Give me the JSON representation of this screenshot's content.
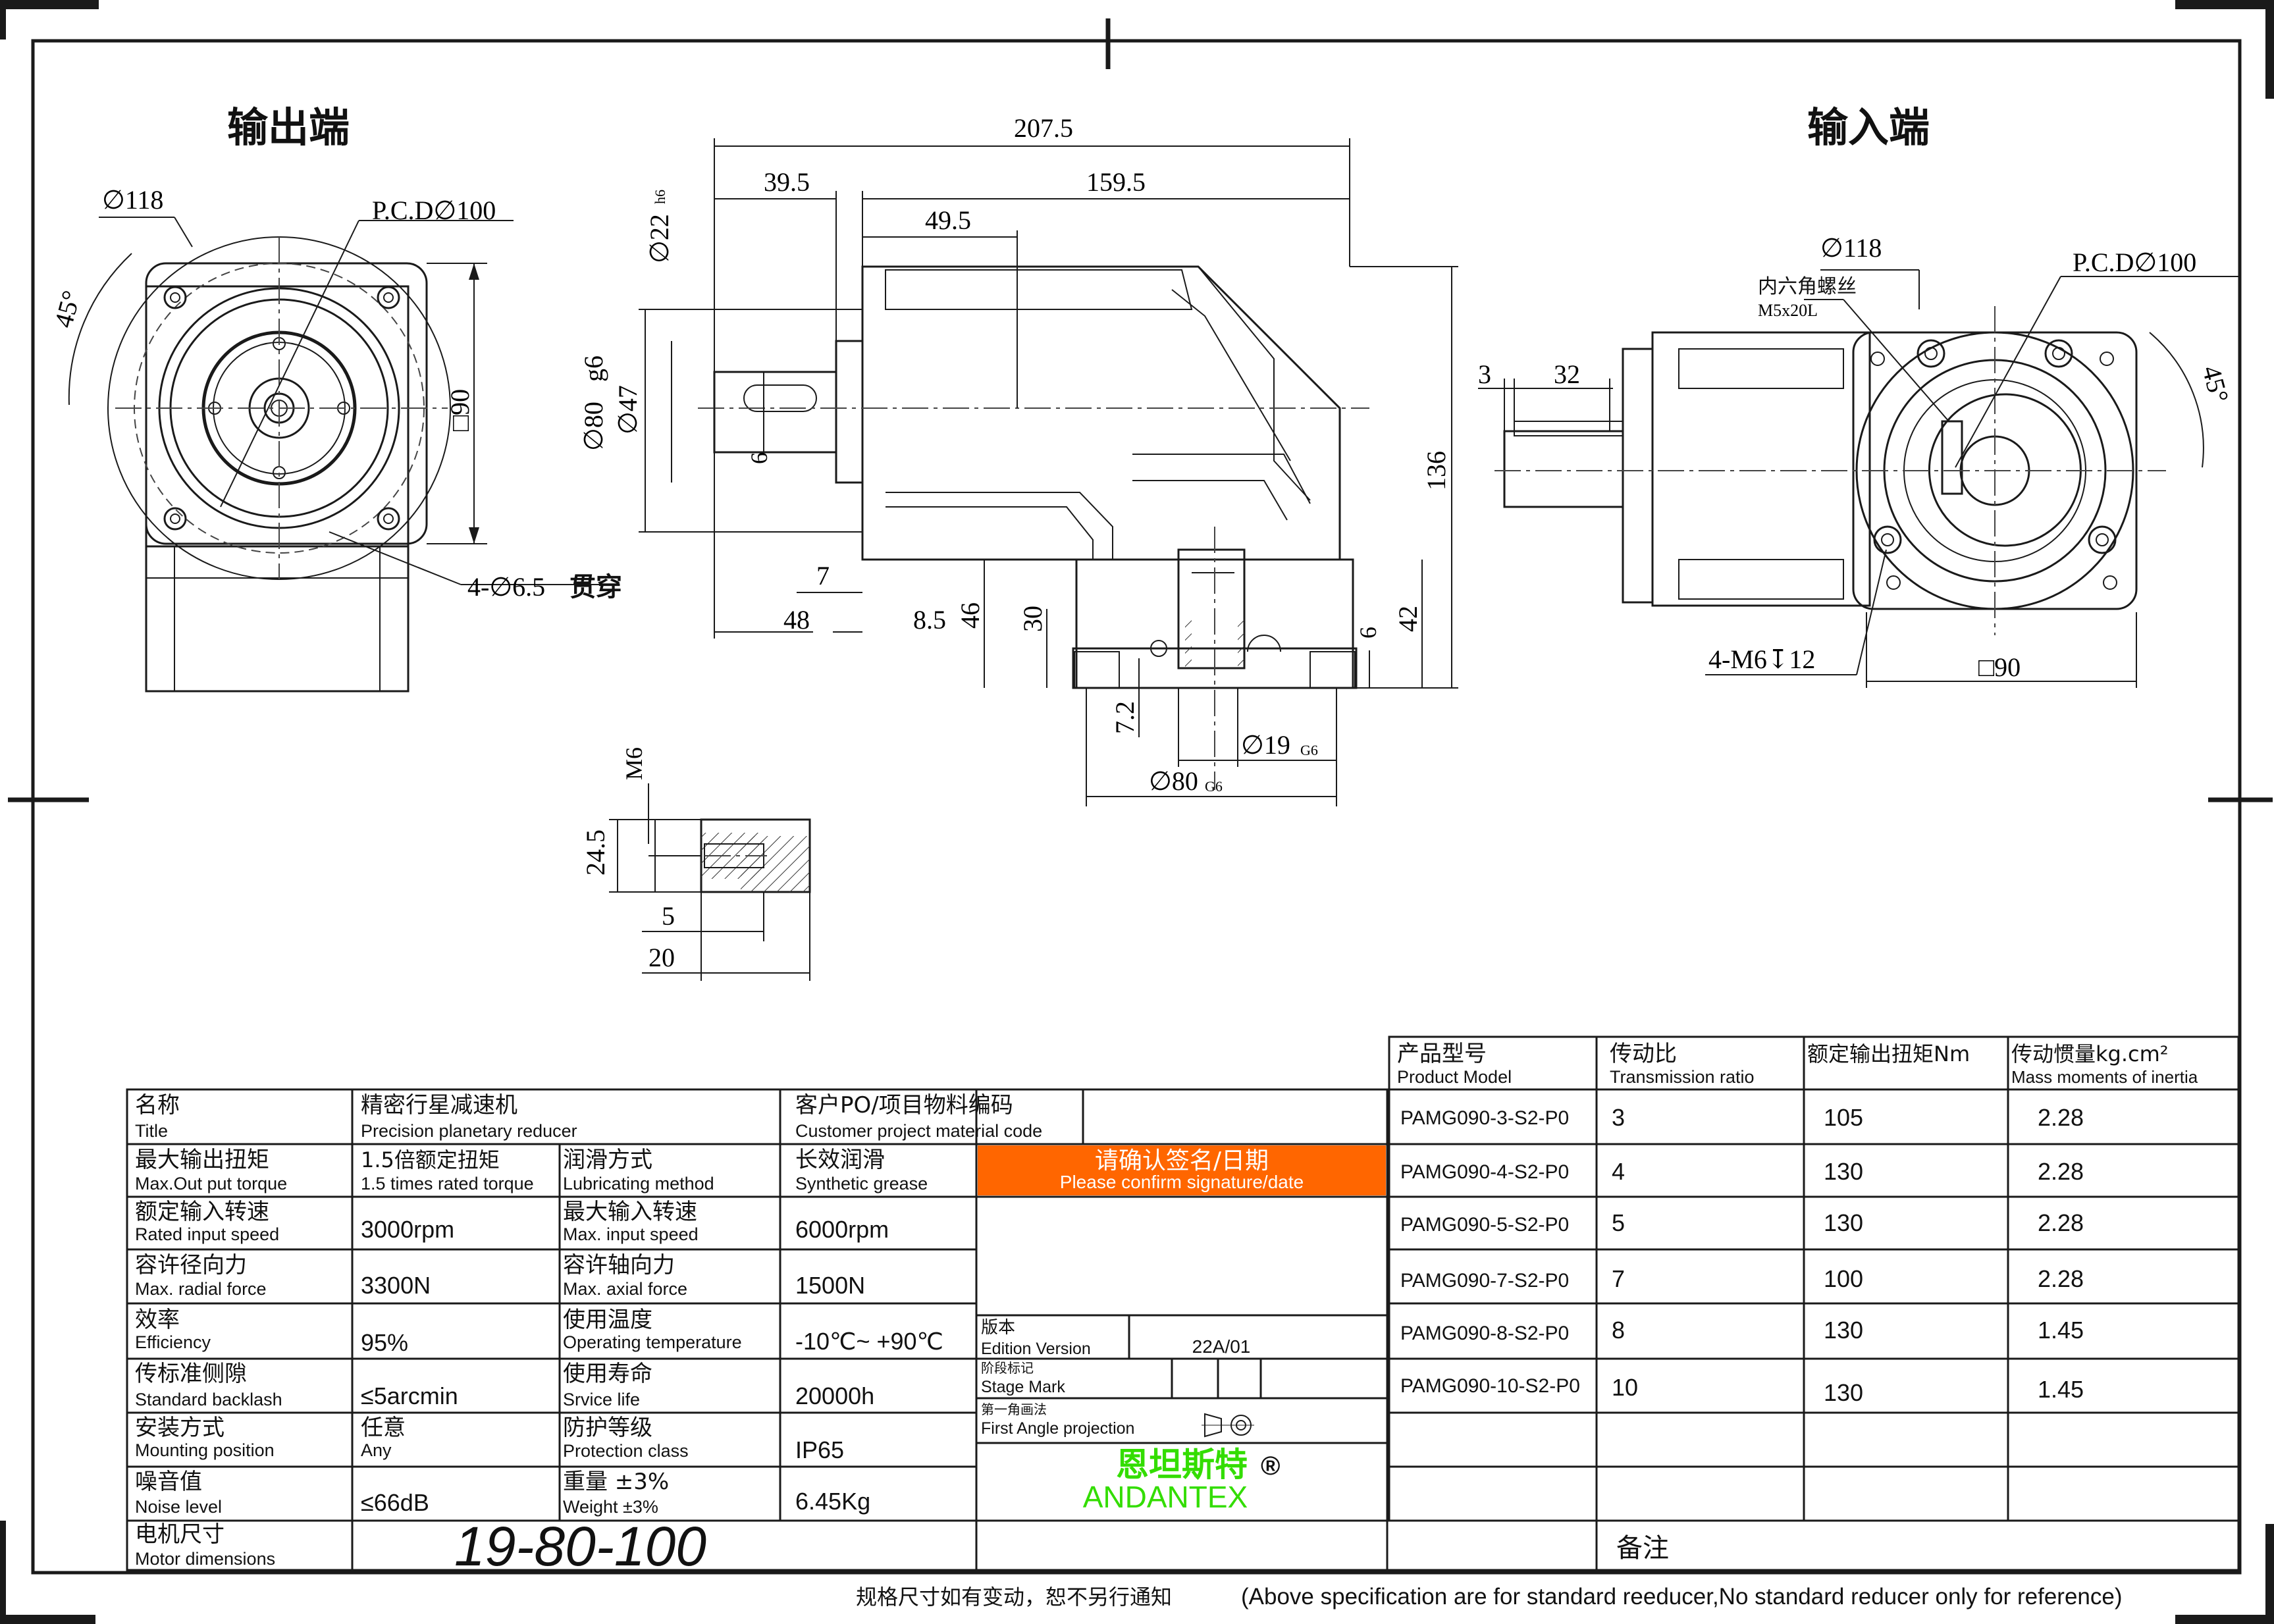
{
  "views": {
    "output_title": "输出端",
    "input_title": "输入端",
    "output_dims": {
      "d118": "∅118",
      "pcd": "P.C.D∅100",
      "angle": "45°",
      "square": "□90",
      "holes": "4-∅6.5",
      "holes_note": "贯穿"
    },
    "side_dims": {
      "overall": "207.5",
      "d395": "39.5",
      "d1595": "159.5",
      "d495": "49.5",
      "d22": "∅22",
      "d22_tol": "h6",
      "d80": "∅80",
      "d80_tol": "g6",
      "d47": "∅47",
      "key": "6",
      "d7": "7",
      "d48": "48",
      "d85": "8.5",
      "d46": "46",
      "d30": "30",
      "d136": "136",
      "d42": "42",
      "d6": "6",
      "d72": "7.2",
      "d19": "∅19",
      "d19_tol": "G6",
      "d80b": "∅80",
      "d80b_tol": "G6"
    },
    "detail_dims": {
      "m6": "M6",
      "d245": "24.5",
      "d5": "5",
      "d20": "20"
    },
    "input_dims": {
      "d118": "∅118",
      "screw": "内六角螺丝",
      "screw_spec": "M5x20L",
      "pcd": "P.C.D∅100",
      "angle": "45°",
      "d3": "3",
      "d32": "32",
      "holes": "4-M6↧12",
      "square": "□90"
    }
  },
  "specs": {
    "title_cn": "名称",
    "title_en": "Title",
    "product_cn": "精密行星减速机",
    "product_en": "Precision planetary reducer",
    "po_cn": "客户PO/项目物料编码",
    "po_en": "Customer project material code",
    "rows": [
      {
        "l1cn": "最大输出扭矩",
        "l1en": "Max.Out put torque",
        "v1cn": "1.5倍额定扭矩",
        "v1en": "1.5 times rated torque",
        "l2cn": "润滑方式",
        "l2en": "Lubricating method",
        "v2cn": "长效润滑",
        "v2en": "Synthetic grease"
      },
      {
        "l1cn": "额定输入转速",
        "l1en": "Rated input speed",
        "v1": "3000rpm",
        "l2cn": "最大输入转速",
        "l2en": "Max. input speed",
        "v2": "6000rpm"
      },
      {
        "l1cn": "容许径向力",
        "l1en": "Max. radial force",
        "v1": "3300N",
        "l2cn": "容许轴向力",
        "l2en": "Max. axial force",
        "v2": "1500N"
      },
      {
        "l1cn": "效率",
        "l1en": "Efficiency",
        "v1": "95%",
        "l2cn": "使用温度",
        "l2en": "Operating temperature",
        "v2": "-10℃~ +90℃"
      },
      {
        "l1cn": "传标准侧隙",
        "l1en": "Standard backlash",
        "v1": "≤5arcmin",
        "l2cn": "使用寿命",
        "l2en": "Srvice life",
        "v2": "20000h"
      },
      {
        "l1cn": "安装方式",
        "l1en": "Mounting position",
        "v1cn": "任意",
        "v1en": "Any",
        "l2cn": "防护等级",
        "l2en": "Protection class",
        "v2": "IP65"
      },
      {
        "l1cn": "噪音值",
        "l1en": "Noise level",
        "v1": "≤66dB",
        "l2cn": "重量 ±3%",
        "l2en": "Weight ±3%",
        "v2": "6.45Kg"
      }
    ],
    "motor_cn": "电机尺寸",
    "motor_en": "Motor dimensions",
    "motor_value": "19-80-100"
  },
  "confirm": {
    "cn": "请确认签名/日期",
    "en": "Please confirm signature/date",
    "color": "#ff6600"
  },
  "edition": {
    "cn": "版本",
    "en": "Edition Version",
    "value": "22A/01"
  },
  "stage": {
    "cn": "阶段标记",
    "en": "Stage Mark"
  },
  "projection": {
    "cn": "第一角画法",
    "en": "First Angle projection"
  },
  "brand": {
    "cn": "恩坦斯特",
    "reg": "®",
    "en": "ANDANTEX",
    "color": "#33dd00"
  },
  "models": {
    "headers": [
      {
        "cn": "产品型号",
        "en": "Product Model"
      },
      {
        "cn": "传动比",
        "en": "Transmission ratio"
      },
      {
        "cn": "额定输出扭矩Nm",
        "en": ""
      },
      {
        "cn": "传动惯量kg.cm²",
        "en": "Mass moments of inertia"
      }
    ],
    "rows": [
      {
        "model": "PAMG090-3-S2-P0",
        "ratio": "3",
        "torque": "105",
        "inertia": "2.28"
      },
      {
        "model": "PAMG090-4-S2-P0",
        "ratio": "4",
        "torque": "130",
        "inertia": "2.28"
      },
      {
        "model": "PAMG090-5-S2-P0",
        "ratio": "5",
        "torque": "130",
        "inertia": "2.28"
      },
      {
        "model": "PAMG090-7-S2-P0",
        "ratio": "7",
        "torque": "100",
        "inertia": "2.28"
      },
      {
        "model": "PAMG090-8-S2-P0",
        "ratio": "8",
        "torque": "130",
        "inertia": "1.45"
      },
      {
        "model": "PAMG090-10-S2-P0",
        "ratio": "10",
        "torque": "130",
        "inertia": "1.45"
      }
    ]
  },
  "remarks": "备注",
  "footer": {
    "cn": "规格尺寸如有变动，恕不另行通知",
    "en": "(Above specification are for standard reeducer,No standard reducer only for reference)"
  }
}
